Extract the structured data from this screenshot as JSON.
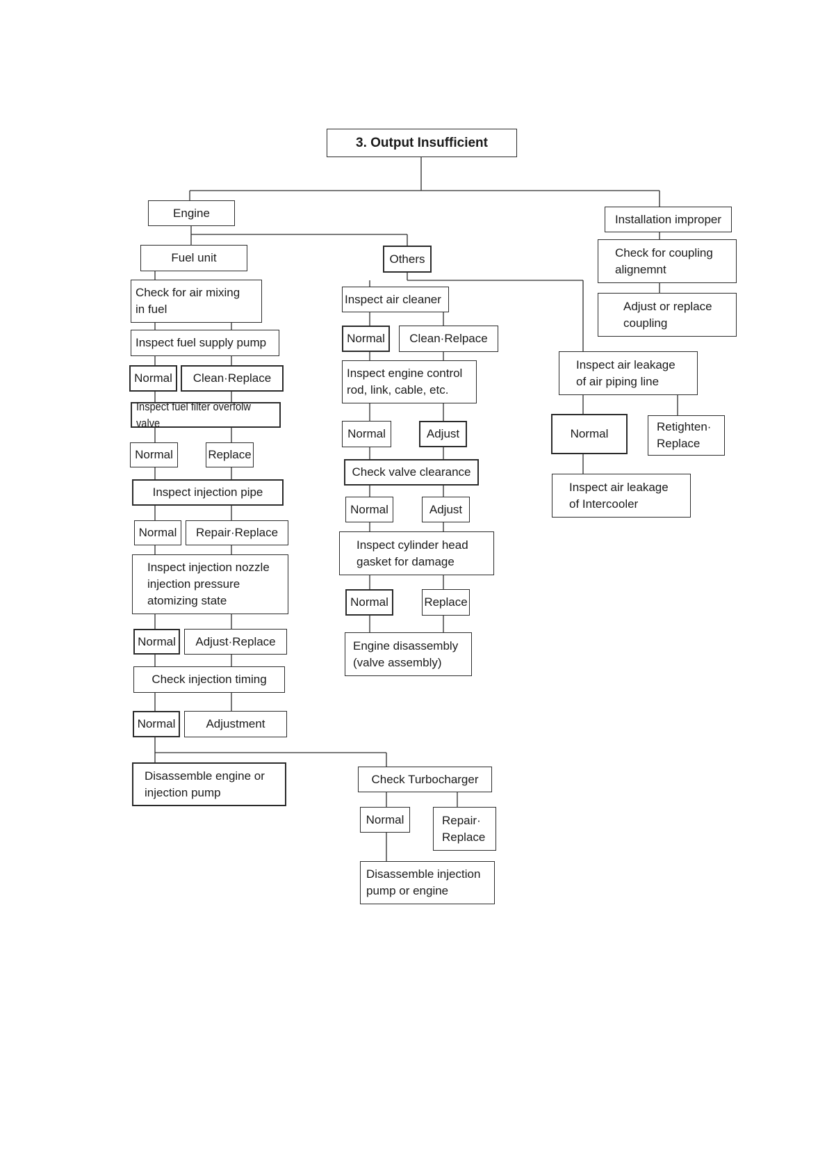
{
  "title": "3. Output Insufficient",
  "engine": {
    "label": "Engine",
    "fuel_unit": {
      "label": "Fuel unit",
      "check_air_mixing": "Check for air mixing\n in fuel",
      "inspect_fuel_supply_pump": "Inspect fuel supply pump",
      "pump_normal": "Normal",
      "pump_clean_replace": "Clean·Replace",
      "inspect_fuel_filter": "Inspect fuel filter overfolw valve",
      "filter_normal": "Normal",
      "filter_replace": "Replace",
      "inspect_injection_pipe": "Inspect injection pipe",
      "pipe_normal": "Normal",
      "pipe_repair_replace": "Repair·Replace",
      "inspect_injection_nozzle": "Inspect injection nozzle\ninjection pressure\natomizing state",
      "nozzle_normal": "Normal",
      "nozzle_adjust_replace": "Adjust·Replace",
      "check_injection_timing": "Check injection timing",
      "timing_normal": "Normal",
      "timing_adjustment": "Adjustment",
      "disassemble_engine": "Disassemble engine or\ninjection pump"
    },
    "turbo": {
      "check_turbocharger": "Check Turbocharger",
      "turbo_normal": "Normal",
      "turbo_repair_replace": "Repair·\nReplace",
      "disassemble_injection": "Disassemble injection\npump or engine"
    },
    "others": {
      "label": "Others",
      "inspect_air_cleaner": "Inspect air cleaner",
      "cleaner_normal": "Normal",
      "cleaner_clean_replace": "Clean·Relpace",
      "inspect_engine_control": "Inspect engine control\nrod, link, cable, etc.",
      "control_normal": "Normal",
      "control_adjust": "Adjust",
      "check_valve_clearance": "Check valve clearance",
      "valve_normal": "Normal",
      "valve_adjust": "Adjust",
      "inspect_cylinder_head": "Inspect cylinder head\ngasket for damage",
      "gasket_normal": "Normal",
      "gasket_replace": "Replace",
      "engine_disassembly": "Engine disassembly\n(valve assembly)",
      "inspect_air_leakage_piping": "Inspect air leakage\nof air piping line",
      "piping_normal": "Normal",
      "piping_retighten_replace": "Retighten·\nReplace",
      "inspect_air_leakage_intercooler": "Inspect air leakage\nof Intercooler"
    }
  },
  "installation": {
    "label": "Installation improper",
    "check_coupling": "Check for coupling\nalignemnt",
    "adjust_replace_coupling": "Adjust or replace\ncoupling"
  }
}
